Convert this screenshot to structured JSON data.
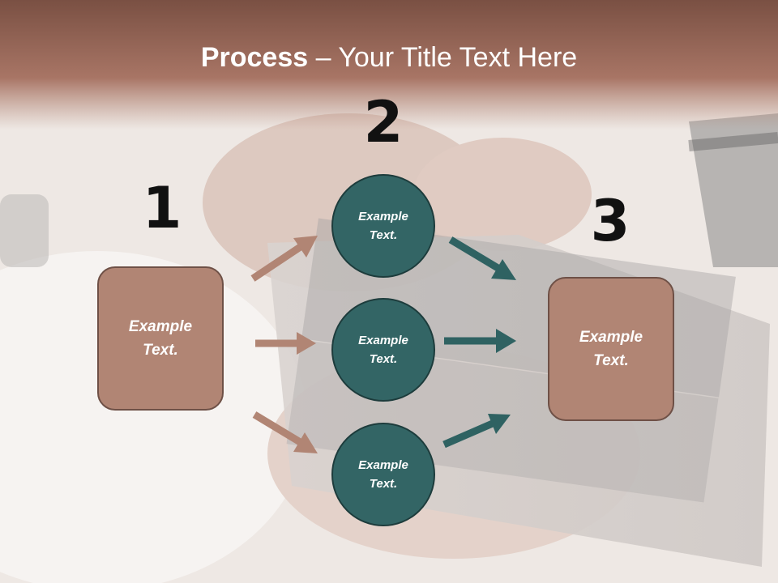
{
  "title": {
    "bold": "Process",
    "rest": " – Your Title Text Here"
  },
  "steps": {
    "one": "1",
    "two": "2",
    "three": "3"
  },
  "left_box": "Example Text.",
  "circles": [
    "Example Text.",
    "Example Text.",
    "Example Text."
  ],
  "right_box": "Example Text.",
  "colors": {
    "header_band": "#8f6354",
    "box_fill": "#b18574",
    "circle_fill": "#336565",
    "arrow_left": "#b18574",
    "arrow_right": "#2f6262"
  }
}
